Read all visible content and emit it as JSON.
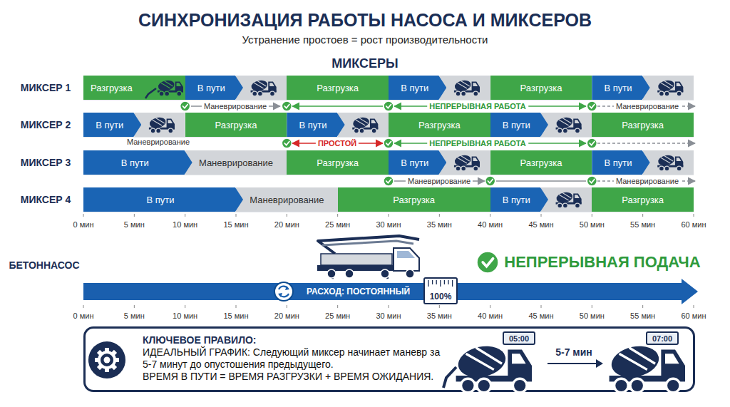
{
  "diagram": {
    "title": "СИНХРОНИЗАЦИЯ РАБОТЫ НАСОСА И МИКСЕРОВ",
    "nodes": [
      {
        "text": [
          "Разгрузка"
        ]
      },
      {
        "text": [
          "В пути"
        ]
      },
      {
        "text": [
          "Разгрузка"
        ]
      },
      {
        "text": [
          "В пути"
        ]
      },
      {
        "text": [
          "Разгрузка"
        ]
      },
      {
        "text": [
          "В пути"
        ]
      },
      {
        "text": [
          "В пути"
        ]
      },
      {
        "text": [
          "Разгрузка"
        ]
      },
      {
        "text": [
          "В пути"
        ]
      },
      {
        "text": [
          "Разгрузка"
        ]
      },
      {
        "text": [
          "В пути"
        ]
      },
      {
        "text": [
          "Разгрузка"
        ]
      },
      {
        "text": [
          "В пути"
        ]
      },
      {
        "text": [
          "Маневрирование"
        ]
      },
      {
        "text": [
          "Разгрузка"
        ]
      },
      {
        "text": [
          "В пути"
        ]
      },
      {
        "text": [
          "Разгрузка"
        ]
      },
      {
        "text": [
          "В пути"
        ]
      },
      {
        "text": [
          "В пути"
        ]
      },
      {
        "text": [
          "Маневрирование"
        ]
      },
      {
        "text": [
          "Разгрузка"
        ]
      },
      {
        "text": [
          "В пути"
        ]
      },
      {
        "text": [
          "Разгрузка"
        ]
      },
      {
        "text": [
          "РАСХОД: ПОСТОЯННЫЙ"
        ]
      },
      {
        "text": [
          "100%"
        ]
      },
      {
        "text": [
          "КЛЮЧЕВОЕ ПРАВИЛО:",
          "ИДЕАЛЬНЫЙ ГРАФИК: Следующий миксер начинает маневр за 5-7 минут до опустошения предыдущего.",
          "ВРЕМЯ В ПУТИ = ВРЕМЯ РАЗГРУЗКИ + ВРЕМЯ ОЖИДАНИЯ."
        ]
      },
      {
        "text": [
          "05:00"
        ],
        "in": 25
      },
      {
        "text": [
          "07:00"
        ],
        "in": 25
      }
    ],
    "labels": [
      "Устранение простоев = рост производительности",
      "МИКСЕРЫ",
      "МИКСЕР 1",
      "МИКСЕР 2",
      "МИКСЕР 3",
      "МИКСЕР 4",
      "Маневрирование",
      "НЕПРЕРЫВНАЯ РАБОТА",
      "Маневрирование",
      "Маневрирование",
      "ПРОСТОЙ",
      "НЕПРЕРЫВНАЯ РАБОТА",
      "Маневрирование",
      "Маневрирование",
      "0 мин",
      "5 мин",
      "10 мин",
      "15 мин",
      "20 мин",
      "25 мин",
      "30 мин",
      "35 мин",
      "40 мин",
      "45 мин",
      "50 мин",
      "55 мин",
      "60 мин",
      "БЕТОННАСОС",
      "НЕПРЕРЫВНАЯ ПОДАЧА",
      "0 мин",
      "5 мин",
      "10 мин",
      "15 мин",
      "20 мин",
      "25 мин",
      "30 мин",
      "35 мин",
      "40 мин",
      "45 мин",
      "50 мин",
      "55 мин",
      "60 мин",
      "5-7 мин"
    ]
  }
}
